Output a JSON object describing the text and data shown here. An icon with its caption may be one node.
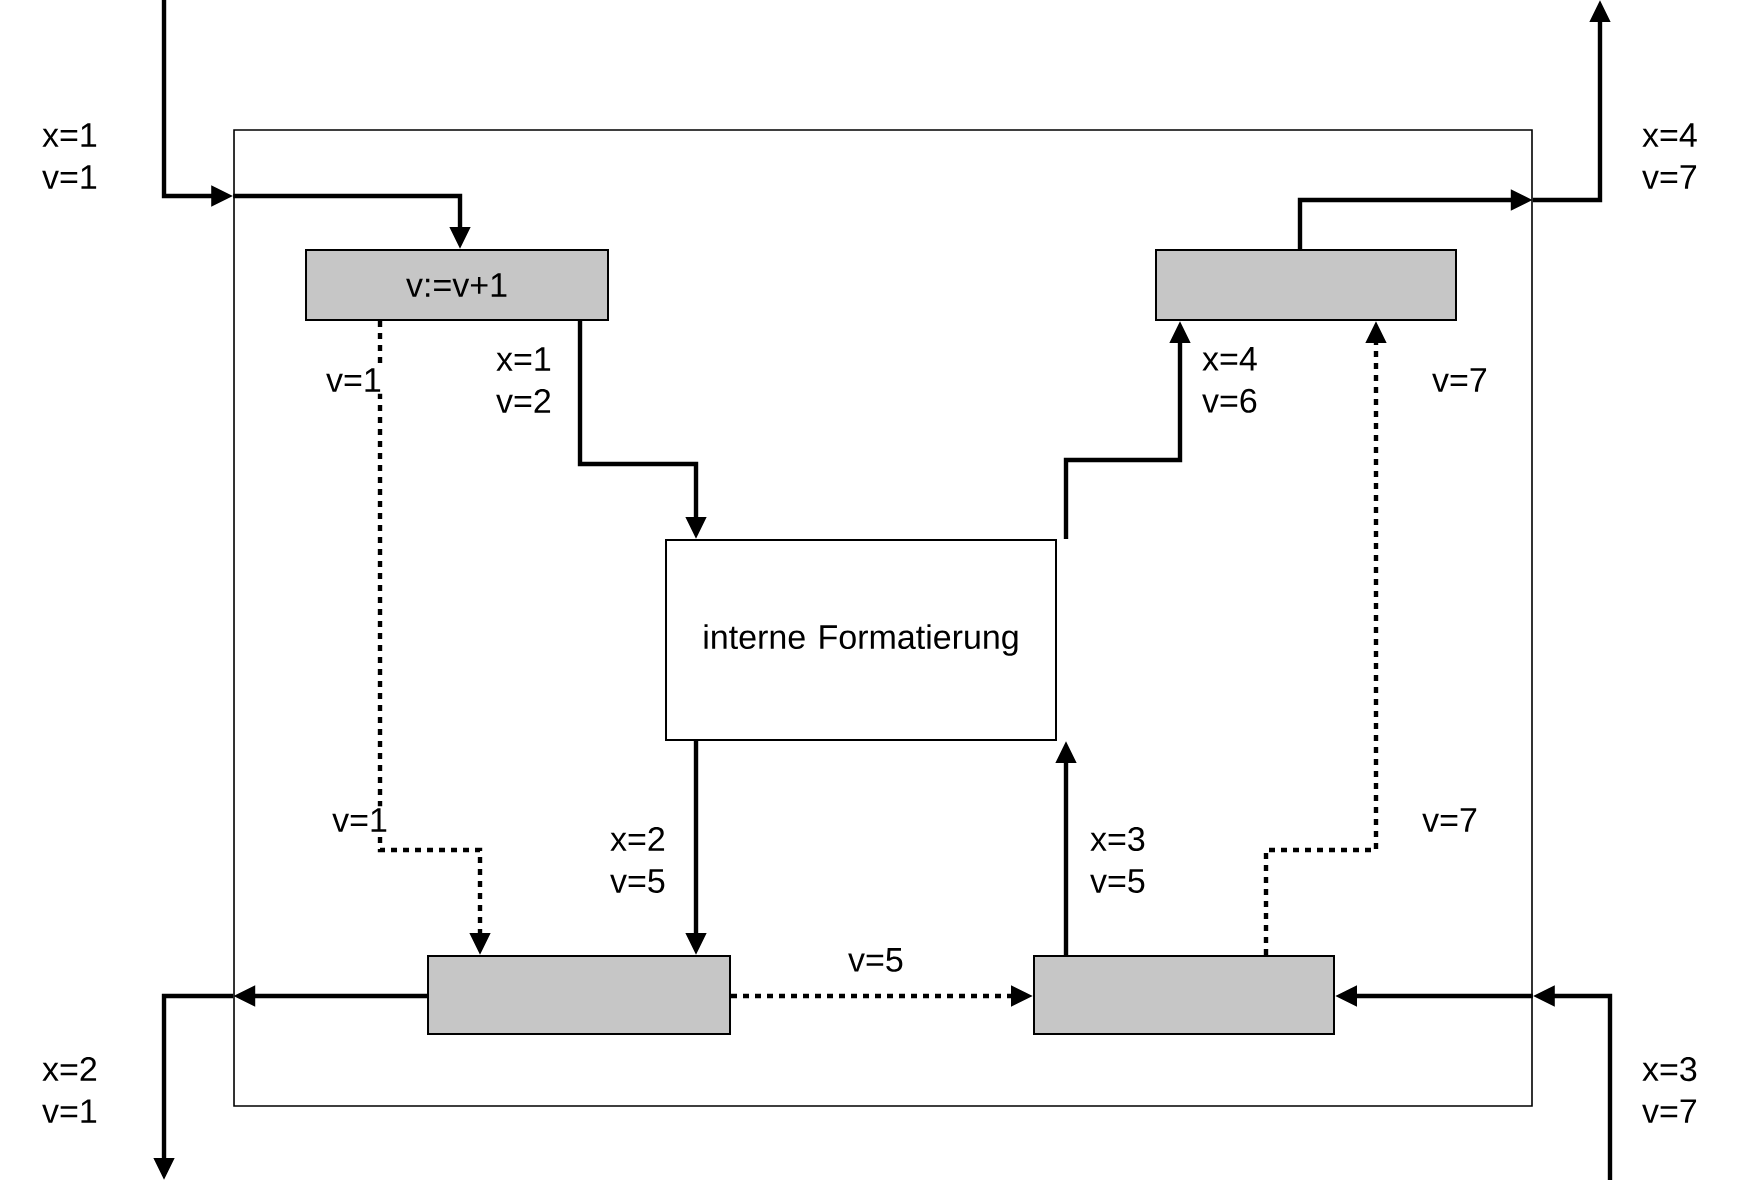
{
  "diagram": {
    "nodes": [
      {
        "text": [],
        "shape": "box"
      },
      {
        "text": [
          "v:=v+1"
        ],
        "in": 0
      },
      {
        "text": [],
        "shape": "box",
        "in": 0
      },
      {
        "text": [
          "interne Formatierung"
        ],
        "in": 0
      },
      {
        "text": [],
        "shape": "box",
        "in": 0
      },
      {
        "text": [],
        "shape": "box",
        "in": 0
      }
    ],
    "edges": [
      {
        "from": null,
        "to": 0,
        "arrow": "to",
        "label": "x=1 v=1"
      },
      {
        "from": 0,
        "to": 1,
        "arrow": "to"
      },
      {
        "from": 1,
        "to": 3,
        "arrow": "to",
        "label": "x=1 v=2"
      },
      {
        "from": 1,
        "to": 4,
        "arrow": "to",
        "style": "dashed",
        "label": "v=1"
      },
      {
        "from": 3,
        "to": 4,
        "arrow": "to",
        "label": "x=2 v=5"
      },
      {
        "from": 4,
        "to": 5,
        "arrow": "to",
        "style": "dashed",
        "label": "v=5"
      },
      {
        "from": 5,
        "to": 3,
        "arrow": "to",
        "label": "x=3 v=5"
      },
      {
        "from": 5,
        "to": 2,
        "arrow": "to",
        "style": "dashed",
        "label": "v=7"
      },
      {
        "from": 3,
        "to": 2,
        "arrow": "to",
        "label": "x=4 v=6"
      },
      {
        "from": 2,
        "to": 0,
        "arrow": "to"
      },
      {
        "from": 0,
        "to": null,
        "arrow": "to",
        "label": "x=4 v=7"
      },
      {
        "from": 4,
        "to": 0,
        "arrow": "to"
      },
      {
        "from": 0,
        "to": null,
        "arrow": "to",
        "label": "x=2 v=1"
      },
      {
        "from": null,
        "to": 0,
        "arrow": "to",
        "label": "x=3 v=7"
      },
      {
        "from": 0,
        "to": 5,
        "arrow": "to"
      }
    ],
    "labels": [
      "v=1",
      "v=7"
    ]
  }
}
